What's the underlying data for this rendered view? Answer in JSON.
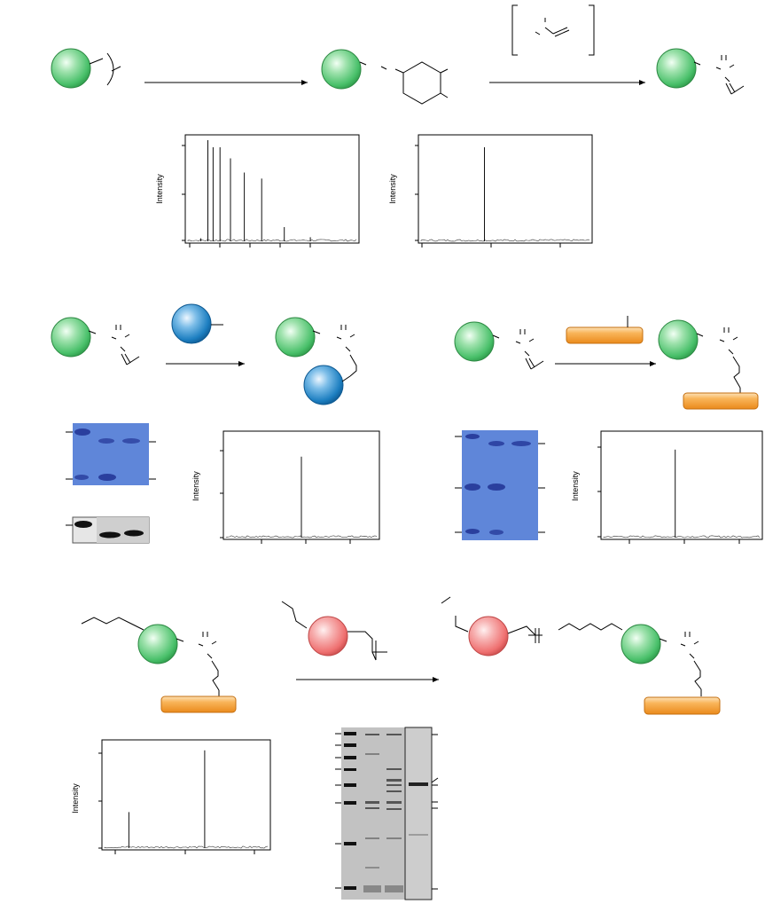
{
  "colors": {
    "green_sphere": "#49c06a",
    "blue_sphere": "#1c7ec0",
    "red_sphere": "#ef7070",
    "orange_bar": "#f39a2c",
    "gel_blue": "#5f86d9",
    "gel_band": "#2a3f9e",
    "western_bg": "#1c1c1c",
    "silver_gel_bg": "#bdbdbd"
  },
  "labels": {
    "intensity": "Intensity"
  },
  "chart_data": [
    {
      "type": "line",
      "panel": "top-left mass spectrum",
      "ylabel": "Intensity",
      "xlabel": "",
      "grid": false,
      "peaks": [
        {
          "x": 0.09,
          "y": 0.03
        },
        {
          "x": 0.13,
          "y": 1.0
        },
        {
          "x": 0.16,
          "y": 0.93
        },
        {
          "x": 0.2,
          "y": 0.93
        },
        {
          "x": 0.26,
          "y": 0.82
        },
        {
          "x": 0.34,
          "y": 0.68
        },
        {
          "x": 0.44,
          "y": 0.62
        },
        {
          "x": 0.57,
          "y": 0.14
        },
        {
          "x": 0.72,
          "y": 0.04
        }
      ]
    },
    {
      "type": "line",
      "panel": "top-right mass spectrum",
      "ylabel": "Intensity",
      "xlabel": "",
      "grid": false,
      "peaks": [
        {
          "x": 0.38,
          "y": 0.93
        }
      ]
    },
    {
      "type": "line",
      "panel": "middle-left mass spectrum",
      "ylabel": "Intensity",
      "xlabel": "",
      "grid": false,
      "peaks": [
        {
          "x": 0.5,
          "y": 0.8
        }
      ]
    },
    {
      "type": "line",
      "panel": "middle-right mass spectrum",
      "ylabel": "Intensity",
      "xlabel": "",
      "grid": false,
      "peaks": [
        {
          "x": 0.46,
          "y": 0.87
        }
      ]
    },
    {
      "type": "line",
      "panel": "bottom mass spectrum",
      "ylabel": "Intensity",
      "xlabel": "",
      "grid": false,
      "peaks": [
        {
          "x": 0.16,
          "y": 0.35
        },
        {
          "x": 0.61,
          "y": 0.95
        }
      ]
    }
  ]
}
